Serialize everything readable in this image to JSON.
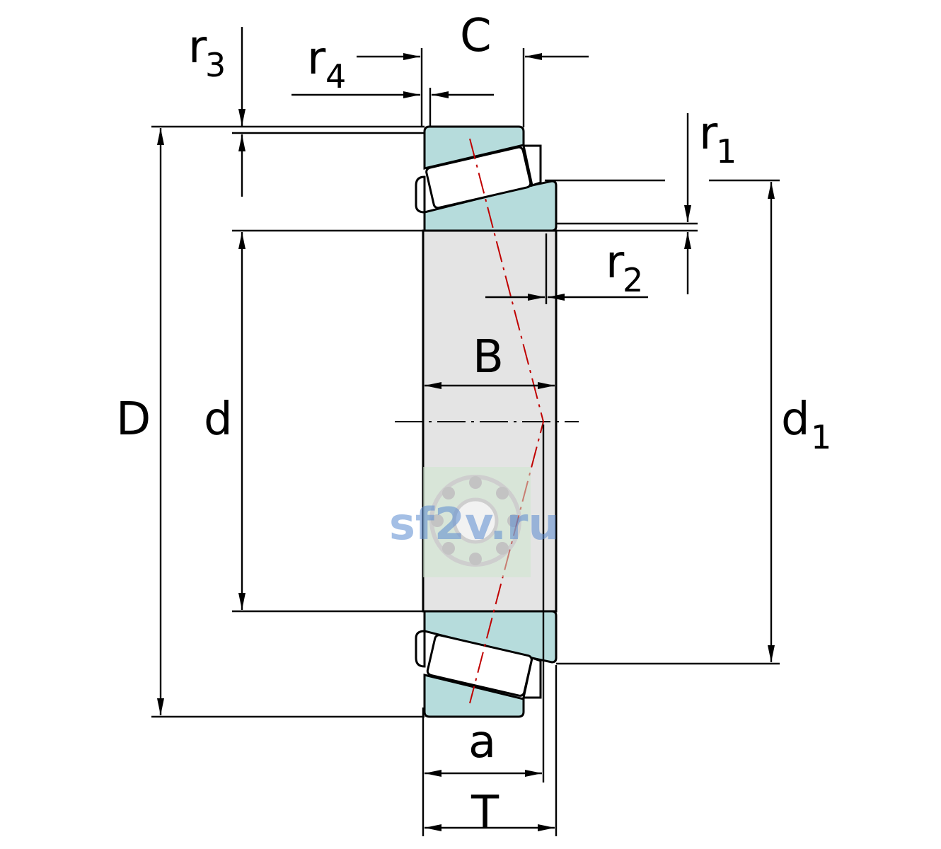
{
  "labels": {
    "C": "C",
    "r3": "r",
    "r3_sub": "3",
    "r4": "r",
    "r4_sub": "4",
    "r1": "r",
    "r1_sub": "1",
    "r2": "r",
    "r2_sub": "2",
    "D": "D",
    "d": "d",
    "d1": "d",
    "d1_sub": "1",
    "B": "B",
    "a": "a",
    "T": "T"
  },
  "watermark": {
    "text": "sf2v.ru"
  },
  "colors": {
    "ring": "#b6dcdc",
    "roller": "#ffffff",
    "bore": "#e4e4e4",
    "pressure_line": "#c00000"
  }
}
